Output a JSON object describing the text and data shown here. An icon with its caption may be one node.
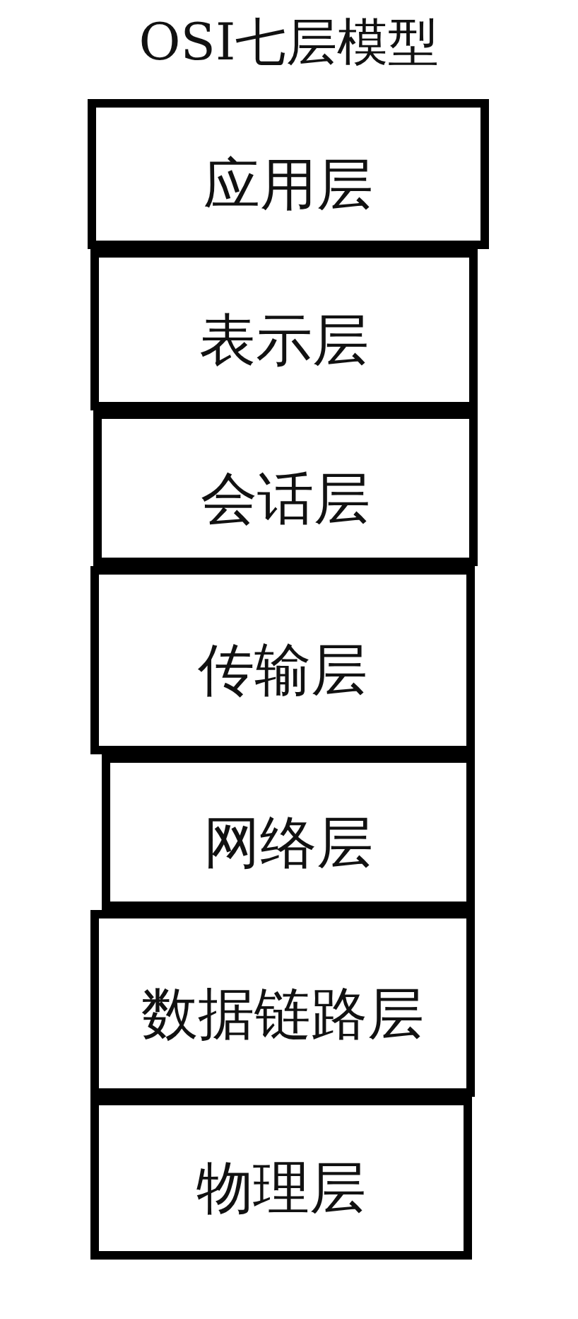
{
  "diagram": {
    "title": "OSI七层模型",
    "nodes": [
      {
        "text": [
          "应用层"
        ]
      },
      {
        "text": [
          "表示层"
        ]
      },
      {
        "text": [
          "会话层"
        ]
      },
      {
        "text": [
          "传输层"
        ]
      },
      {
        "text": [
          "网络层"
        ]
      },
      {
        "text": [
          "数据链路层"
        ]
      },
      {
        "text": [
          "物理层"
        ]
      }
    ]
  }
}
